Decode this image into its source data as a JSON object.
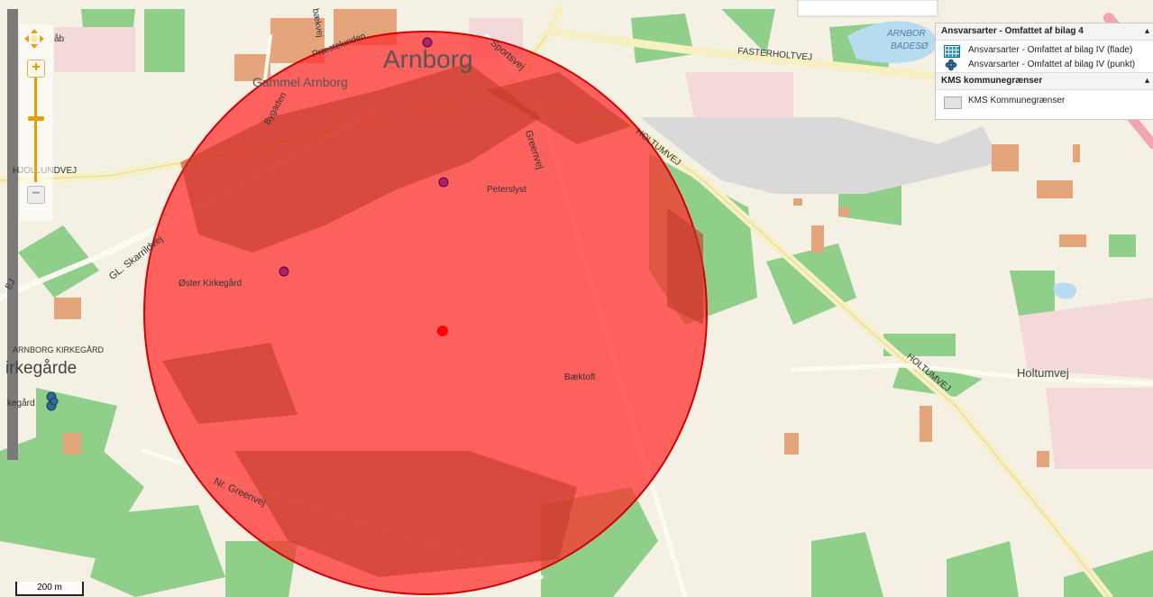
{
  "map_labels": {
    "town": "Arnborg",
    "gammel": "Gammel Arnborg",
    "peterslyst": "Peterslyst",
    "oster": "Øster Kirkegård",
    "baektoft": "Bæktoft",
    "arnborg_kirkegard": "ARNBORG KIRKEGÅRD",
    "kirkegarde": "irkegårde",
    "kegard": "kegård",
    "holtumvej": "Holtumvej",
    "holtumvej_upper": "HOLTUMVEJ",
    "holtumvej_lower": "HOLTUMVEJ",
    "fasterholtvej": "FASTERHOLTVEJ",
    "sportsvej": "Sportsvej",
    "greenvej": "Greenvej",
    "nr_greenvej": "Nr. Greenvej",
    "gl_skarrildvej": "GL. Skarrildvej",
    "bygaden": "Bygaden",
    "baekvej": "bækvej",
    "praestelunden": "Præstelunden",
    "hjollundvej": "HJOLLUNDVEJ",
    "arnborg_badesø_1": "ARNBOR",
    "arnborg_badesø_2": "BADESØ",
    "aab": "åb",
    "e": "EJ"
  },
  "legend": {
    "group1_title": "Ansvarsarter - Omfattet af bilag 4",
    "group1_item1": "Ansvarsarter - Omfattet af bilag IV (flade)",
    "group1_item2": "Ansvarsarter - Omfattet af bilag IV (punkt)",
    "group2_title": "KMS kommunegrænser",
    "group2_item1": "KMS Kommunegrænser",
    "caret": "▴"
  },
  "zoom": {
    "plus": "+",
    "minus": "−"
  },
  "scale": {
    "label": "200 m"
  },
  "buffer": {
    "fill": "#ff2a2a",
    "stroke": "#d40000",
    "center_color": "#ff0000"
  }
}
